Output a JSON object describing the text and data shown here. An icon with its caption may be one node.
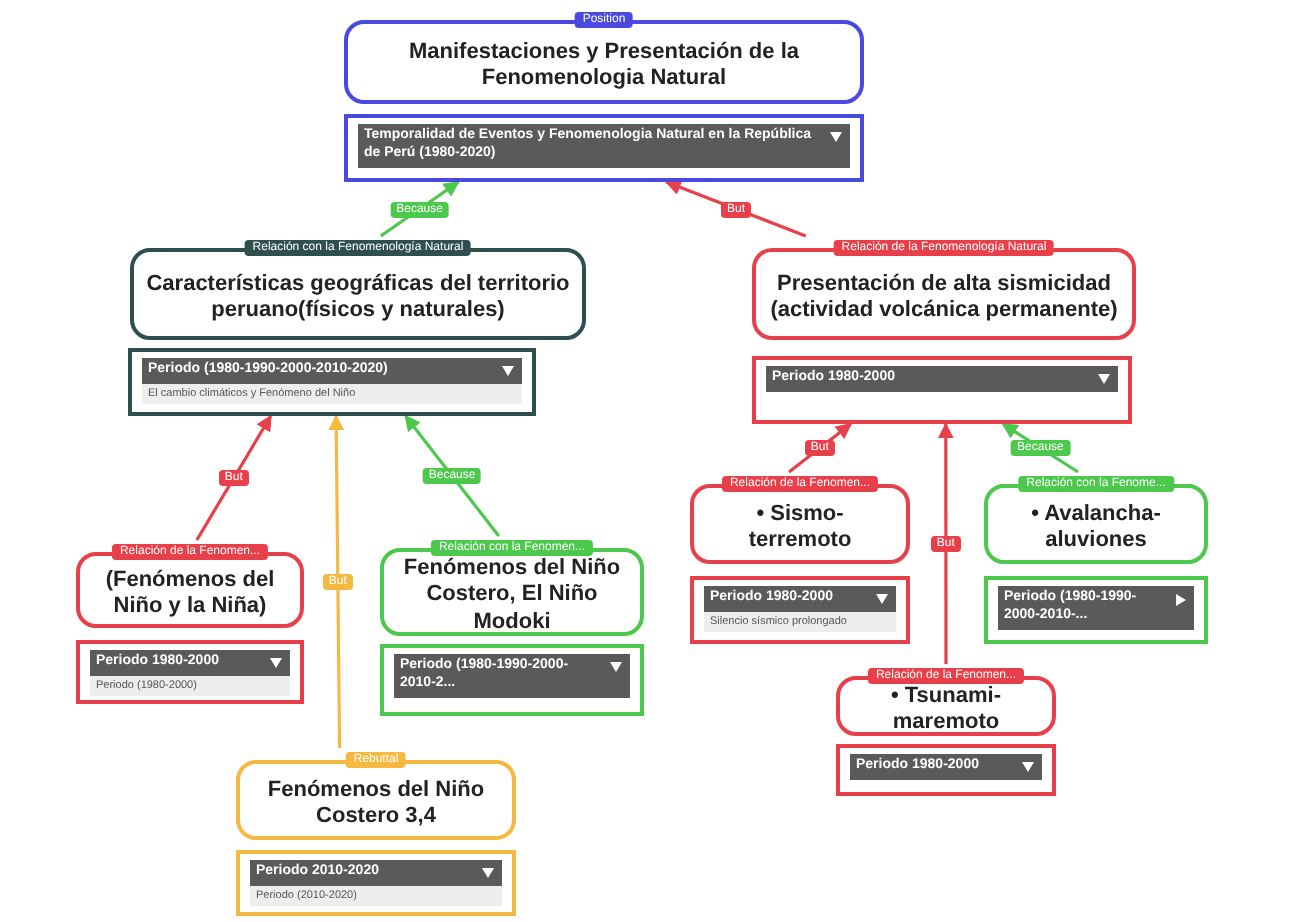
{
  "diagram": {
    "nodes": [
      {
        "text": [
          "Position",
          "Manifestaciones y Presentación de la Fenomenologia Natural"
        ]
      },
      {
        "text": [
          "Temporalidad de Eventos y Fenomenologia Natural en la República de Perú (1980-2020)"
        ]
      },
      {
        "text": [
          "Relación con la Fenomenología Natural",
          "Características geográficas del territorio peruano(físicos y naturales)"
        ]
      },
      {
        "text": [
          "Periodo (1980-1990-2000-2010-2020)",
          "El cambio climáticos y Fenómeno del Niño"
        ]
      },
      {
        "text": [
          "Relación de la Fenomenología Natural",
          "Presentación de alta sismicidad (actividad volcánica permanente)"
        ]
      },
      {
        "text": [
          "Periodo 1980-2000"
        ]
      },
      {
        "text": [
          "Relación de la Fenomen...",
          "(Fenómenos del Niño y la Niña)"
        ]
      },
      {
        "text": [
          "Periodo 1980-2000",
          "Periodo (1980-2000)"
        ]
      },
      {
        "text": [
          "Relación con la Fenomen...",
          "Fenómenos del Niño Costero, El Niño Modoki"
        ]
      },
      {
        "text": [
          "Periodo (1980-1990-2000-2010-2..."
        ]
      },
      {
        "text": [
          "Rebuttal",
          "Fenómenos del Niño Costero 3,4"
        ]
      },
      {
        "text": [
          "Periodo 2010-2020",
          "Periodo (2010-2020)"
        ]
      },
      {
        "text": [
          "Relación de la Fenomen...",
          "• Sismo-terremoto"
        ]
      },
      {
        "text": [
          "Periodo 1980-2000",
          "Silencio sísmico prolongado"
        ]
      },
      {
        "text": [
          "Relación con la Fenome...",
          "• Avalancha-aluviones"
        ]
      },
      {
        "text": [
          "Periodo (1980-1990-2000-2010-..."
        ]
      },
      {
        "text": [
          "Relación de la Fenomen...",
          "• Tsunami-maremoto"
        ]
      },
      {
        "text": [
          "Periodo 1980-2000"
        ]
      }
    ],
    "edges": [
      {
        "from": 2,
        "to": 1,
        "arrow": "to",
        "label": "Because",
        "color": "#4cc94c"
      },
      {
        "from": 4,
        "to": 1,
        "arrow": "to",
        "label": "But"
      },
      {
        "from": 6,
        "to": 3,
        "arrow": "to",
        "label": "But"
      },
      {
        "from": 10,
        "to": 3,
        "arrow": "to",
        "label": "But",
        "color": "#f5b942"
      },
      {
        "from": 8,
        "to": 3,
        "arrow": "to",
        "label": "Because",
        "color": "#4cc94c"
      },
      {
        "from": 12,
        "to": 5,
        "arrow": "to",
        "label": "But"
      },
      {
        "from": 16,
        "to": 5,
        "arrow": "to",
        "label": "But"
      },
      {
        "from": 14,
        "to": 5,
        "arrow": "to",
        "label": "Because",
        "color": "#4cc94c"
      }
    ]
  }
}
